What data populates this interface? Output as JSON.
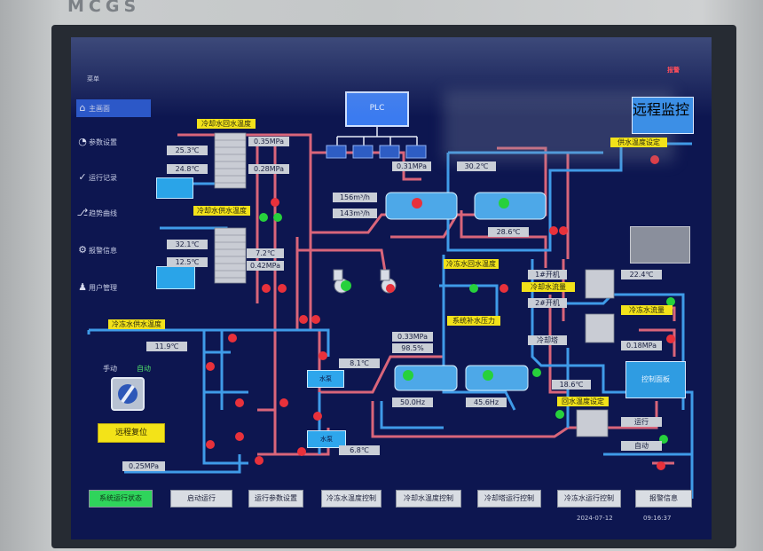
{
  "bezel": {
    "brand": "MCGS"
  },
  "header": {
    "top_left": "菜单",
    "alarm": "报警"
  },
  "sidebar": {
    "items": [
      {
        "icon": "⌂",
        "label": "主画面"
      },
      {
        "icon": "◔",
        "label": "参数设置"
      },
      {
        "icon": "✓",
        "label": "运行记录"
      },
      {
        "icon": "⎇",
        "label": "趋势曲线"
      },
      {
        "icon": "⚙",
        "label": "报警信息"
      },
      {
        "icon": "♟",
        "label": "用户管理"
      }
    ]
  },
  "plc": {
    "label": "PLC"
  },
  "panels": {
    "right_top": "远程监控",
    "right_mid": "",
    "right_bottom": "控制面板"
  },
  "tanks": {
    "top": "水泵",
    "bottom": "水泵"
  },
  "tags": {
    "yellow": [
      "冷却水回水温度",
      "冷却水供水温度",
      "冷冻水供水温度",
      "冷冻水回水温度",
      "系统补水压力",
      "冷却水流量",
      "冷冻水流量",
      "供水温度设定",
      "回水温度设定"
    ],
    "grey": [
      "25.3℃",
      "24.8℃",
      "0.35MPa",
      "0.28MPa",
      "32.1℃",
      "12.5℃",
      "7.2℃",
      "0.42MPa",
      "156m³/h",
      "143m³/h",
      "0.31MPa",
      "30.2℃",
      "28.6℃",
      "11.9℃",
      "8.1℃",
      "6.8℃",
      "0.25MPa",
      "0.33MPa",
      "98.5%",
      "50.0Hz",
      "45.6Hz",
      "1#开机",
      "2#开机",
      "冷却塔",
      "18.6℃",
      "22.4℃",
      "0.18MPa",
      "运行",
      "自动"
    ]
  },
  "mode": {
    "label": "手动",
    "value": "自动"
  },
  "emergency": {
    "label": "远程复位"
  },
  "bottom_buttons": [
    "系统运行状态",
    "启动运行",
    "运行参数设置",
    "冷冻水温度控制",
    "冷却水温度控制",
    "冷却塔运行控制",
    "冷冻水运行控制",
    "报警信息"
  ],
  "status": {
    "date": "2024-07-12",
    "time": "09:16:37"
  },
  "colors": {
    "background": "#0d1650",
    "pipe_red": "#d9657a",
    "pipe_blue": "#3f9be8",
    "valve_red": "#e8313b",
    "valve_green": "#27d13c",
    "tag_yellow": "#f2e21a"
  }
}
